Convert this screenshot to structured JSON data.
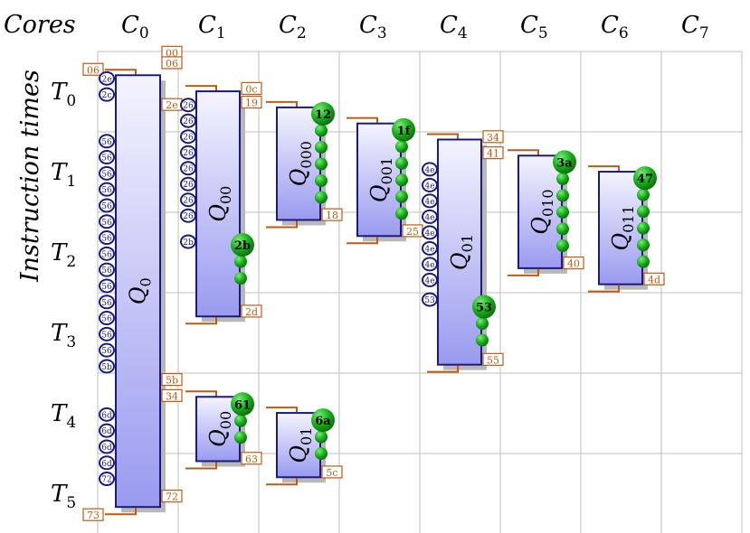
{
  "header": {
    "label": "Cores"
  },
  "vertical_label": "Instruction times",
  "cores": [
    {
      "sym": "C",
      "sub": "0"
    },
    {
      "sym": "C",
      "sub": "1"
    },
    {
      "sym": "C",
      "sub": "2"
    },
    {
      "sym": "C",
      "sub": "3"
    },
    {
      "sym": "C",
      "sub": "4"
    },
    {
      "sym": "C",
      "sub": "5"
    },
    {
      "sym": "C",
      "sub": "6"
    },
    {
      "sym": "C",
      "sub": "7"
    }
  ],
  "times": [
    {
      "sym": "T",
      "sub": "0"
    },
    {
      "sym": "T",
      "sub": "1"
    },
    {
      "sym": "T",
      "sub": "2"
    },
    {
      "sym": "T",
      "sub": "3"
    },
    {
      "sym": "T",
      "sub": "4"
    },
    {
      "sym": "T",
      "sub": "5"
    }
  ],
  "threads": [
    {
      "sym": "Q",
      "sub": "0",
      "core": 0,
      "t0": 0.18,
      "t1": 5.55,
      "start_tag": "06",
      "end_tag": "73",
      "right_labels": [
        {
          "t": -0.1,
          "text": "00"
        },
        {
          "t": 0.03,
          "text": "06"
        },
        {
          "t": 0.55,
          "text": "2e"
        },
        {
          "t": 3.97,
          "text": "5b"
        },
        {
          "t": 4.17,
          "text": "34"
        },
        {
          "t": 5.42,
          "text": "72"
        }
      ],
      "left_blocks": [],
      "right_balls": []
    },
    {
      "sym": "Q",
      "sub": "00",
      "core": 1,
      "t0": 0.38,
      "t1": 3.18,
      "start_tag": "",
      "end_tag": "",
      "right_labels": [
        {
          "t": 0.35,
          "text": "0c"
        },
        {
          "t": 0.52,
          "text": "19"
        },
        {
          "t": 3.12,
          "text": "2d"
        }
      ],
      "left_blocks": [
        {
          "t_start": 0.55,
          "count": 8,
          "label": "26"
        },
        {
          "t_end": 2.25,
          "label": "2b"
        }
      ],
      "right_balls": [
        {
          "label": "2b",
          "t": 2.2,
          "count": 3
        }
      ]
    },
    {
      "sym": "Q",
      "sub": "00",
      "core": 1,
      "t0": 4.18,
      "t1": 4.98,
      "start_tag": "",
      "end_tag": "",
      "right_labels": [
        {
          "t": 4.95,
          "text": "63"
        }
      ],
      "left_blocks": [],
      "right_balls": [
        {
          "label": "61",
          "t": 4.18,
          "count": 3
        }
      ]
    },
    {
      "sym": "Q",
      "sub": "000",
      "core": 2,
      "t0": 0.58,
      "t1": 1.98,
      "start_tag": "",
      "end_tag": "",
      "right_labels": [
        {
          "t": 1.92,
          "text": "18"
        }
      ],
      "left_blocks": [],
      "right_balls": [
        {
          "label": "12",
          "t": 0.57,
          "count": 6
        }
      ]
    },
    {
      "sym": "Q",
      "sub": "01",
      "core": 2,
      "t0": 4.38,
      "t1": 5.18,
      "start_tag": "",
      "end_tag": "",
      "right_labels": [
        {
          "t": 5.12,
          "text": "5c"
        }
      ],
      "left_blocks": [],
      "right_balls": [
        {
          "label": "6a",
          "t": 4.38,
          "count": 3
        }
      ]
    },
    {
      "sym": "Q",
      "sub": "001",
      "core": 3,
      "t0": 0.78,
      "t1": 2.18,
      "start_tag": "",
      "end_tag": "",
      "right_labels": [
        {
          "t": 2.12,
          "text": "25"
        }
      ],
      "left_blocks": [],
      "right_balls": [
        {
          "label": "1f",
          "t": 0.77,
          "count": 6
        }
      ]
    },
    {
      "sym": "Q",
      "sub": "01",
      "core": 4,
      "t0": 0.98,
      "t1": 3.78,
      "start_tag": "",
      "end_tag": "",
      "right_labels": [
        {
          "t": 0.95,
          "text": "34"
        },
        {
          "t": 1.15,
          "text": "41"
        },
        {
          "t": 3.72,
          "text": "55"
        }
      ],
      "left_blocks": [
        {
          "t_start": 1.35,
          "count": 8,
          "label": "4e"
        },
        {
          "t_end": 2.97,
          "label": "53"
        }
      ],
      "right_balls": [
        {
          "label": "53",
          "t": 2.97,
          "count": 3
        }
      ]
    },
    {
      "sym": "Q",
      "sub": "010",
      "core": 5,
      "t0": 1.18,
      "t1": 2.58,
      "start_tag": "",
      "end_tag": "",
      "right_labels": [
        {
          "t": 2.52,
          "text": "40"
        }
      ],
      "left_blocks": [],
      "right_balls": [
        {
          "label": "3a",
          "t": 1.17,
          "count": 6
        }
      ]
    },
    {
      "sym": "Q",
      "sub": "011",
      "core": 6,
      "t0": 1.38,
      "t1": 2.78,
      "start_tag": "",
      "end_tag": "",
      "right_labels": [
        {
          "t": 2.72,
          "text": "4d"
        }
      ],
      "left_blocks": [],
      "right_balls": [
        {
          "label": "47",
          "t": 1.37,
          "count": 6
        }
      ]
    }
  ],
  "q0_left_circles": [
    {
      "t": 0.22,
      "label": "2e"
    },
    {
      "t": 0.42,
      "label": "2c"
    },
    {
      "t": 1.0,
      "label": "56"
    },
    {
      "t": 1.2,
      "label": "56"
    },
    {
      "t": 1.4,
      "label": "56"
    },
    {
      "t": 1.6,
      "label": "56"
    },
    {
      "t": 1.8,
      "label": "56"
    },
    {
      "t": 2.0,
      "label": "56"
    },
    {
      "t": 2.2,
      "label": "56"
    },
    {
      "t": 2.4,
      "label": "56"
    },
    {
      "t": 2.6,
      "label": "56"
    },
    {
      "t": 2.8,
      "label": "56"
    },
    {
      "t": 3.0,
      "label": "56"
    },
    {
      "t": 3.2,
      "label": "56"
    },
    {
      "t": 3.4,
      "label": "56"
    },
    {
      "t": 3.6,
      "label": "56"
    },
    {
      "t": 3.8,
      "label": "5b"
    },
    {
      "t": 4.4,
      "label": "6d"
    },
    {
      "t": 4.6,
      "label": "6d"
    },
    {
      "t": 4.8,
      "label": "6d"
    },
    {
      "t": 5.0,
      "label": "6d"
    },
    {
      "t": 5.2,
      "label": "72"
    }
  ],
  "colors": {
    "grid": "#bfbfbf",
    "box_stroke": "#1a1a80",
    "box_fill_top": "#f4f4ff",
    "box_fill_bottom": "#9a9af0",
    "shadow": "#b8b8b8",
    "orange": "#c05a10",
    "ball": "#16b016",
    "ball_dark": "#0b6b0b",
    "circle_stroke": "#1a1a80"
  }
}
